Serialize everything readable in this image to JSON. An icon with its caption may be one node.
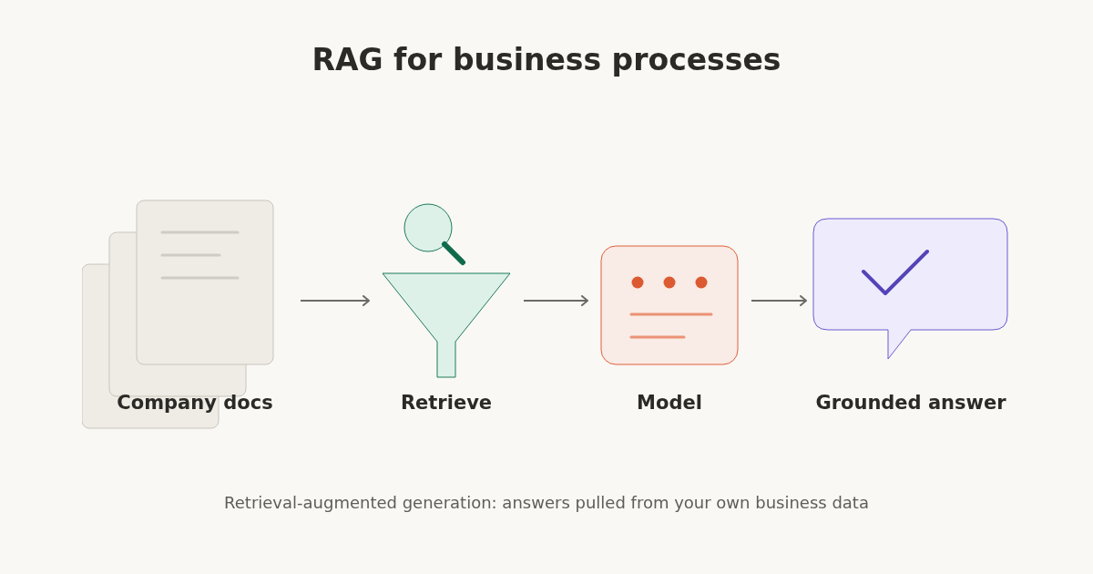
{
  "diagram": {
    "title": "RAG for business processes",
    "caption": "Retrieval-augmented generation: answers pulled from your own business data",
    "nodes": [
      {
        "text": [
          "Company docs"
        ]
      },
      {
        "text": [
          "Retrieve"
        ]
      },
      {
        "text": [
          "Model"
        ]
      },
      {
        "text": [
          "Grounded answer"
        ]
      }
    ],
    "edges": [
      {
        "from": 0,
        "to": 1,
        "arrow": "to"
      },
      {
        "from": 1,
        "to": 2,
        "arrow": "to"
      },
      {
        "from": 2,
        "to": 3,
        "arrow": "to"
      }
    ]
  }
}
